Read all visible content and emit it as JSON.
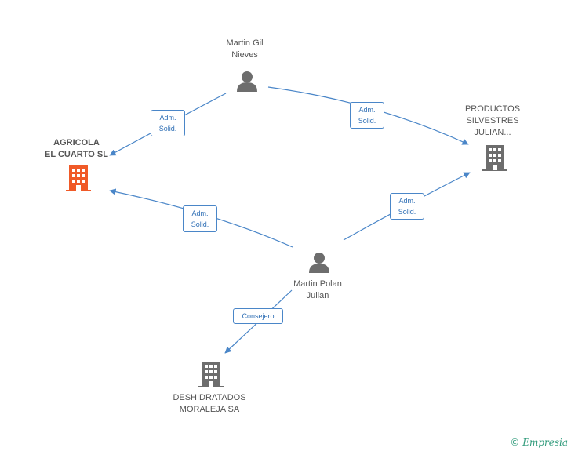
{
  "nodes": {
    "martin_gil": {
      "label": "Martin Gil\nNieves",
      "type": "person"
    },
    "martin_polan": {
      "label": "Martin Polan\nJulian",
      "type": "person"
    },
    "agricola": {
      "label": "AGRICOLA\nEL CUARTO SL",
      "type": "company",
      "highlight": true
    },
    "productos": {
      "label": "PRODUCTOS\nSILVESTRES\nJULIAN...",
      "type": "company"
    },
    "deshidratados": {
      "label": "DESHIDRATADOS\nMORALEJA SA",
      "type": "company"
    }
  },
  "edges": [
    {
      "from": "martin_gil",
      "to": "agricola",
      "label": "Adm.\nSolid."
    },
    {
      "from": "martin_gil",
      "to": "productos",
      "label": "Adm.\nSolid."
    },
    {
      "from": "martin_polan",
      "to": "agricola",
      "label": "Adm.\nSolid."
    },
    {
      "from": "martin_polan",
      "to": "productos",
      "label": "Adm.\nSolid."
    },
    {
      "from": "martin_polan",
      "to": "deshidratados",
      "label": "Consejero"
    }
  ],
  "colors": {
    "edge": "#4a86c8",
    "person_icon": "#6d6d6d",
    "company_icon": "#6d6d6d",
    "highlight_company_icon": "#f05a28"
  },
  "brand": {
    "copyright_symbol": "©",
    "name": "Empresia"
  }
}
